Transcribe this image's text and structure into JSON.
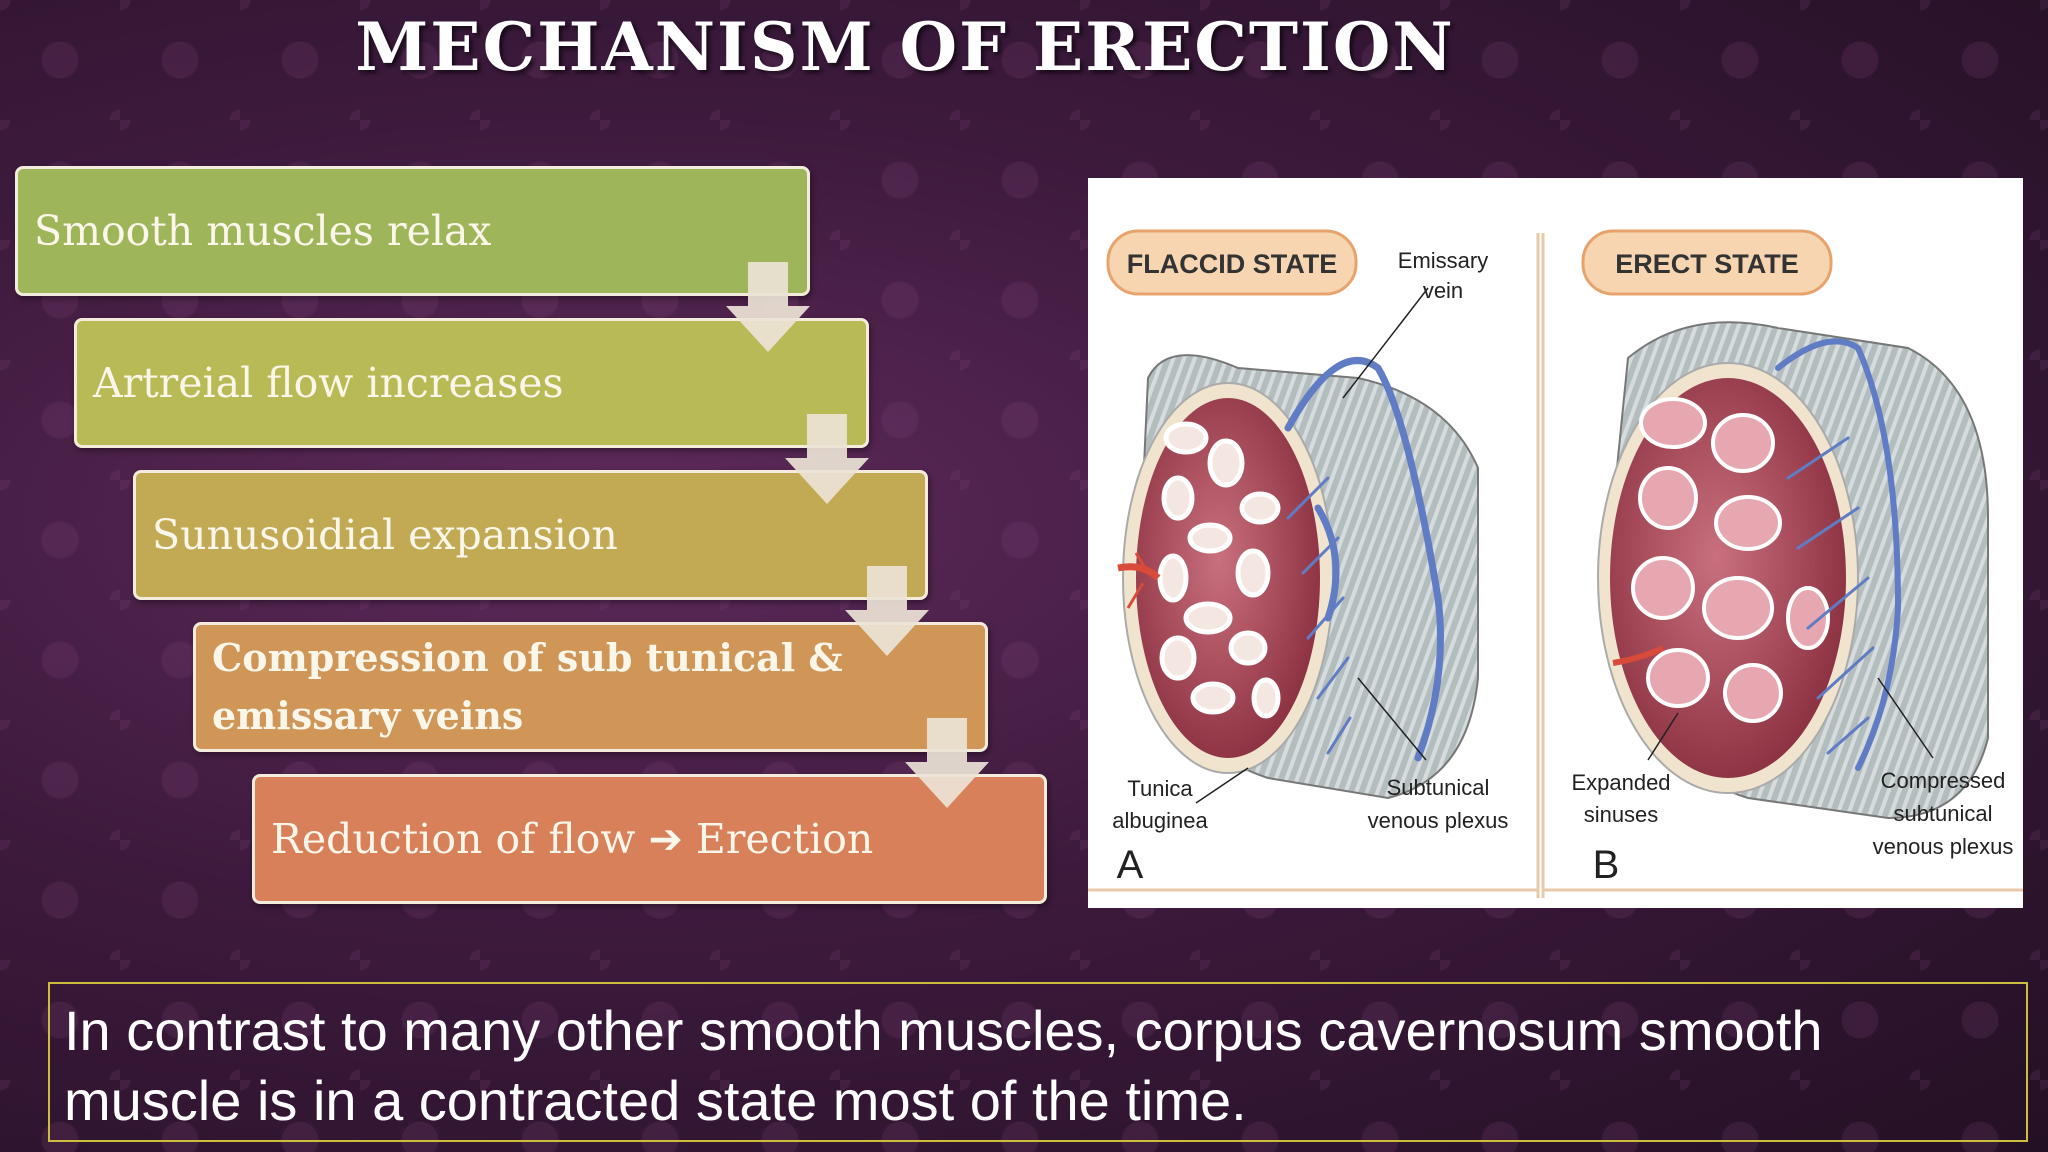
{
  "title": "MECHANISM OF ERECTION",
  "steps": [
    {
      "label": "Smooth muscles relax",
      "color": "#9fb55a"
    },
    {
      "label": "Artreial flow increases",
      "color": "#b8bb55"
    },
    {
      "label": "Sunusoidial  expansion",
      "color": "#c2aa55"
    },
    {
      "label": "Compression of sub tunical &",
      "label2": "emissary veins",
      "color": "#cf9658"
    },
    {
      "label": "Reduction of flow ➔ Erection",
      "color": "#d8805a"
    }
  ],
  "figure": {
    "panel_a": {
      "state": "FLACCID STATE",
      "letter": "A",
      "labels": {
        "emissary": [
          "Emissary",
          "vein"
        ],
        "tunica": [
          "Tunica",
          "albuginea"
        ],
        "plexus": [
          "Subtunical",
          "venous plexus"
        ]
      }
    },
    "panel_b": {
      "state": "ERECT STATE",
      "letter": "B",
      "labels": {
        "sinuses": [
          "Expanded",
          "sinuses"
        ],
        "plexus": [
          "Compressed",
          "subtunical",
          "venous plexus"
        ]
      }
    }
  },
  "note": "In contrast to many other smooth muscles, corpus cavernosum smooth muscle is in a contracted state most of the time."
}
